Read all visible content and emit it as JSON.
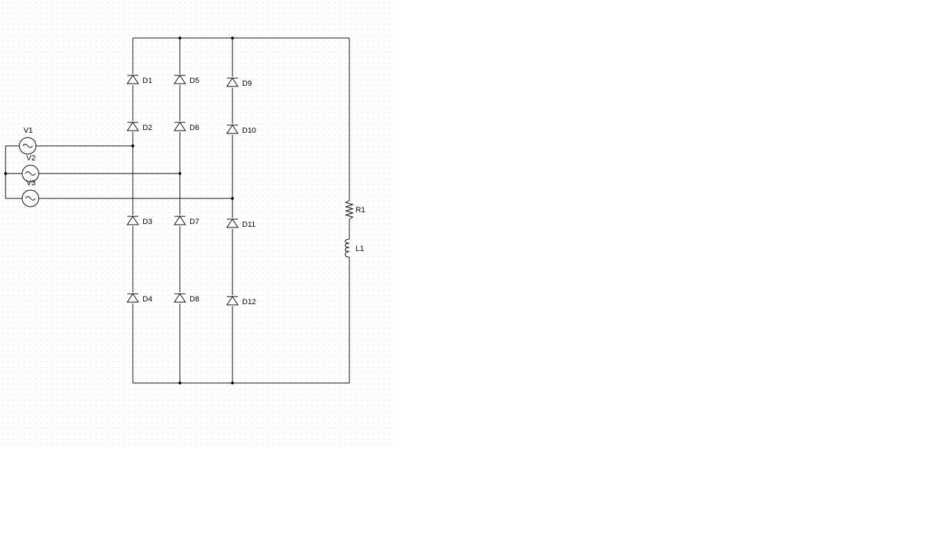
{
  "schematic": {
    "grid_color": "#b8b8b8",
    "line_color": "#000000",
    "diodes": [
      {
        "id": "d1",
        "label": "D1"
      },
      {
        "id": "d2",
        "label": "D2"
      },
      {
        "id": "d3",
        "label": "D3"
      },
      {
        "id": "d4",
        "label": "D4"
      },
      {
        "id": "d5",
        "label": "D5"
      },
      {
        "id": "d6",
        "label": "D6"
      },
      {
        "id": "d7",
        "label": "D7"
      },
      {
        "id": "d8",
        "label": "D8"
      },
      {
        "id": "d9",
        "label": "D9"
      },
      {
        "id": "d10",
        "label": "D10"
      },
      {
        "id": "d11",
        "label": "D11"
      },
      {
        "id": "d12",
        "label": "D12"
      }
    ],
    "sources": [
      {
        "id": "v1",
        "label": "V1"
      },
      {
        "id": "v2",
        "label": "V2"
      },
      {
        "id": "v3",
        "label": "V3"
      }
    ],
    "resistor": {
      "label": "R1"
    },
    "inductor": {
      "label": "L1"
    }
  }
}
